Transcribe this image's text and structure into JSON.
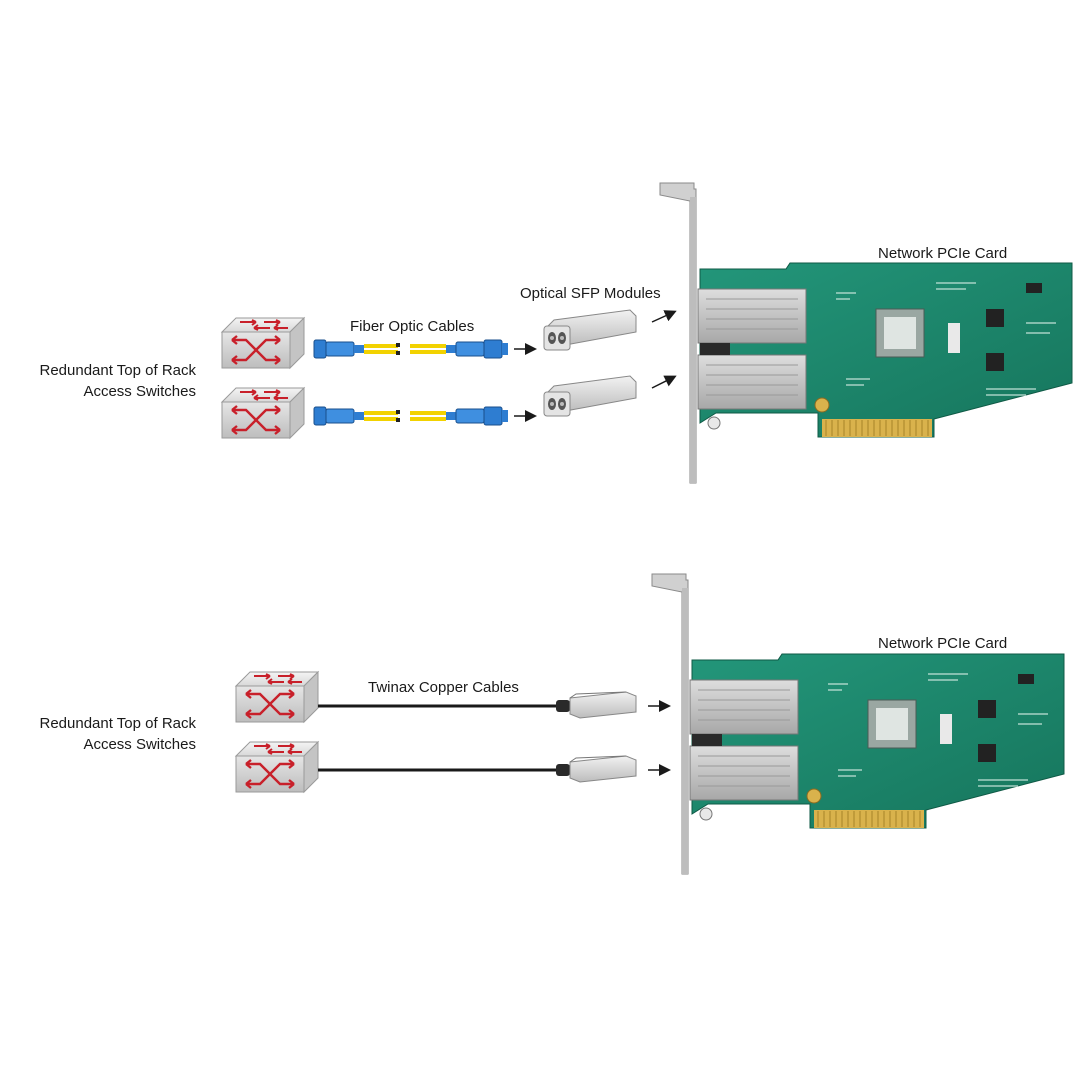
{
  "top_panel": {
    "switches_label": [
      "Redundant Top  of  Rack",
      "Access Switches"
    ],
    "cables_label": "Fiber Optic Cables",
    "modules_label": "Optical SFP Modules",
    "card_label": "Network PCIe Card"
  },
  "bottom_panel": {
    "switches_label": [
      "Redundant Top  of  Rack",
      "Access Switches"
    ],
    "cables_label": "Twinax Copper Cables",
    "card_label": "Network PCIe Card"
  },
  "colors": {
    "switch_body": "#dcdcdc",
    "switch_arrows": "#c8202a",
    "fiber_cable": "#f2d200",
    "fiber_connector": "#2e7dd1",
    "copper_cable": "#1a1a1a",
    "pcb": "#1e8a6e",
    "gold_fingers": "#d9b24c",
    "bracket": "#c8c8c8"
  }
}
